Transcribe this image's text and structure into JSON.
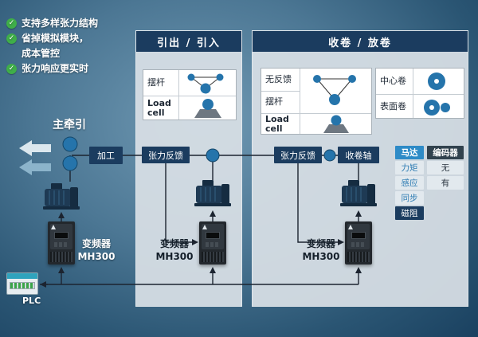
{
  "colors": {
    "navy": "#1b3c5f",
    "roller_blue": "#2574ab",
    "motor_header_blue": "#2e8bc7",
    "check_green": "#3fae49"
  },
  "icons": {
    "check": "✓"
  },
  "features": {
    "row1": "支持多样张力结构",
    "row2": "省掉模拟模块，",
    "row3": "成本管控",
    "row4": "张力响应更实时"
  },
  "traction": {
    "title": "主牵引",
    "process": "加工"
  },
  "panels": {
    "left": {
      "title": "引出 / 引入",
      "sensor_box": {
        "rows": [
          "摆杆",
          "Load cell"
        ]
      },
      "tension_feedback": "张力反馈",
      "drive": {
        "line1": "变频器",
        "line2": "MH300"
      }
    },
    "right": {
      "title": "收卷 / 放卷",
      "sensor_box": {
        "rows": [
          "无反馈",
          "摆杆",
          "Load cell"
        ]
      },
      "winding_box": {
        "rows": [
          "中心卷",
          "表面卷"
        ]
      },
      "tension_feedback": "张力反馈",
      "winding_shaft": "收卷轴",
      "drive": {
        "line1": "变频器",
        "line2": "MH300"
      },
      "motor_list": {
        "header": "马达",
        "items": [
          "力矩",
          "感应",
          "同步",
          "磁阻"
        ]
      },
      "encoder_list": {
        "header": "编码器",
        "items": [
          "无",
          "有"
        ]
      }
    }
  },
  "main_drive": {
    "line1": "变频器",
    "line2": "MH300"
  },
  "plc_label": "PLC"
}
